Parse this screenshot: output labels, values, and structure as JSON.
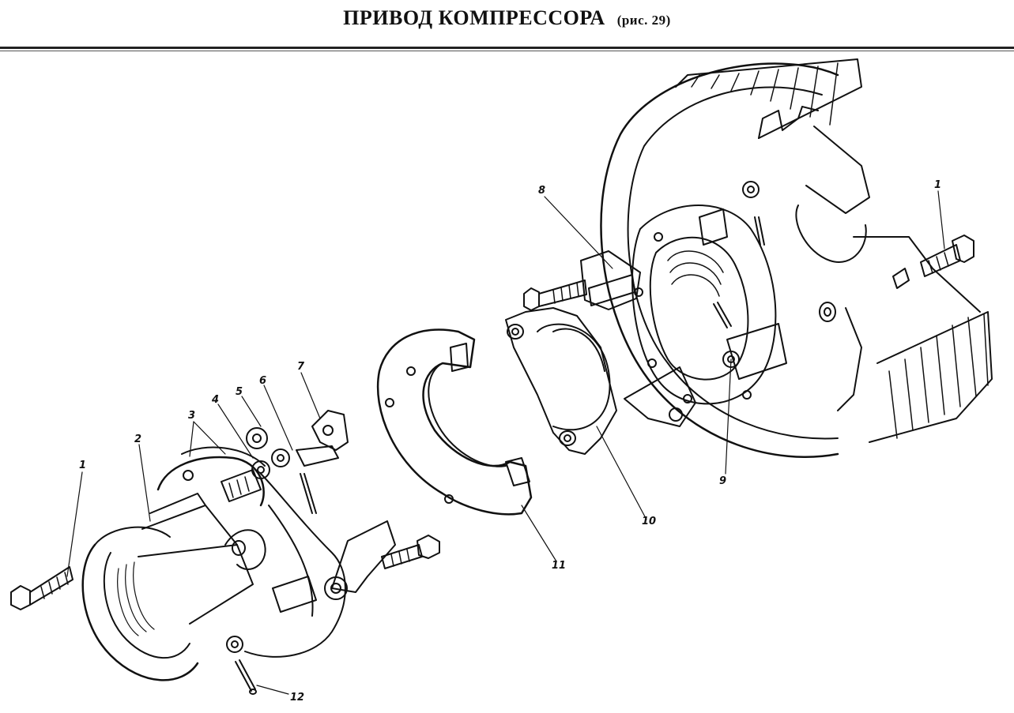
{
  "header": {
    "title": "ПРИВОД КОМПРЕССОРА",
    "figure_ref": "(рис. 29)"
  },
  "callouts": [
    {
      "id": "1",
      "part": "bolt-left"
    },
    {
      "id": "1",
      "part": "bolt-right"
    },
    {
      "id": "2",
      "part": "hub"
    },
    {
      "id": "3",
      "part": "clamp-segments"
    },
    {
      "id": "4",
      "part": "washer"
    },
    {
      "id": "5",
      "part": "bushing"
    },
    {
      "id": "6",
      "part": "clamp-plate"
    },
    {
      "id": "7",
      "part": "lock-washer"
    },
    {
      "id": "8",
      "part": "bolt-upper"
    },
    {
      "id": "9",
      "part": "pulley"
    },
    {
      "id": "10",
      "part": "flange"
    },
    {
      "id": "11",
      "part": "ring"
    },
    {
      "id": "12",
      "part": "cotter-pin"
    }
  ]
}
